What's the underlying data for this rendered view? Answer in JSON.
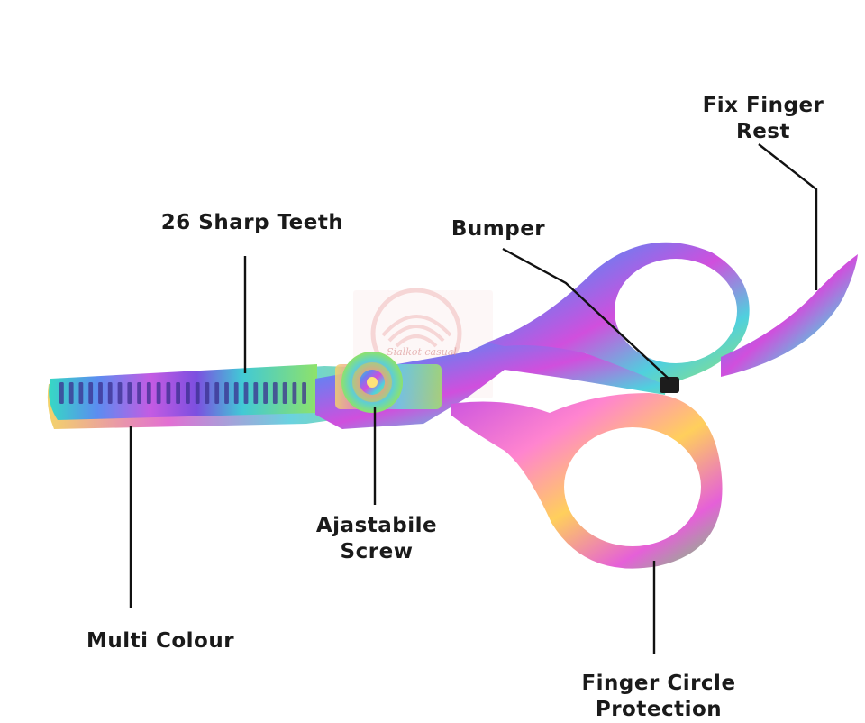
{
  "labels": {
    "fix_finger_rest": "Fix Finger\nRest",
    "sharp_teeth": "26 Sharp Teeth",
    "bumper": "Bumper",
    "adjustable_screw": "Ajastabile\nScrew",
    "multi_colour": "Multi Colour",
    "finger_circle": "Finger Circle\nProtection"
  },
  "watermark": {
    "text": "Sialkot casual"
  },
  "colors": {
    "label_text": "#1a1a1a",
    "leader_lines": "#111111",
    "rainbow": [
      "#2fd6c8",
      "#6a7cf0",
      "#c44fe0",
      "#ff7ad0",
      "#ffd35a",
      "#7be27a"
    ]
  }
}
